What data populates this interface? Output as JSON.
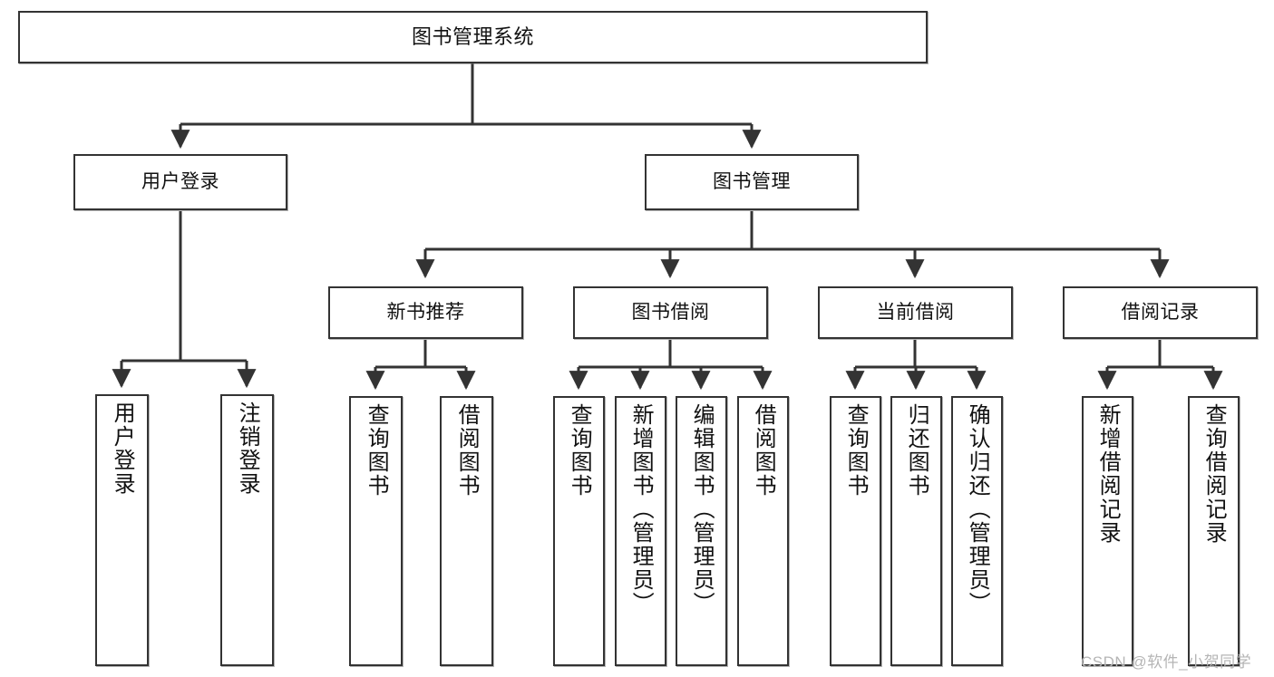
{
  "diagram": {
    "title": "图书管理系统",
    "type": "tree-hierarchy",
    "root": {
      "label": "图书管理系统"
    },
    "level2": [
      {
        "label": "用户登录"
      },
      {
        "label": "图书管理"
      }
    ],
    "level3": [
      {
        "label": "新书推荐"
      },
      {
        "label": "图书借阅"
      },
      {
        "label": "当前借阅"
      },
      {
        "label": "借阅记录"
      }
    ],
    "leaves": {
      "user_login": [
        {
          "label": "用户登录"
        },
        {
          "label": "注销登录"
        }
      ],
      "new_book_recommend": [
        {
          "label": "查询图书"
        },
        {
          "label": "借阅图书"
        }
      ],
      "book_borrow": [
        {
          "label": "查询图书"
        },
        {
          "label": "新增图书（管理员）"
        },
        {
          "label": "编辑图书（管理员）"
        },
        {
          "label": "借阅图书"
        }
      ],
      "current_borrow": [
        {
          "label": "查询图书"
        },
        {
          "label": "归还图书"
        },
        {
          "label": "确认归还（管理员）"
        }
      ],
      "borrow_record": [
        {
          "label": "新增借阅记录"
        },
        {
          "label": "查询借阅记录"
        }
      ]
    }
  },
  "watermark": {
    "text": "CSDN @软件_小贺同学"
  },
  "colors": {
    "border": "#333333",
    "background": "#ffffff",
    "text": "#111111",
    "watermark": "#b5b5b5"
  }
}
